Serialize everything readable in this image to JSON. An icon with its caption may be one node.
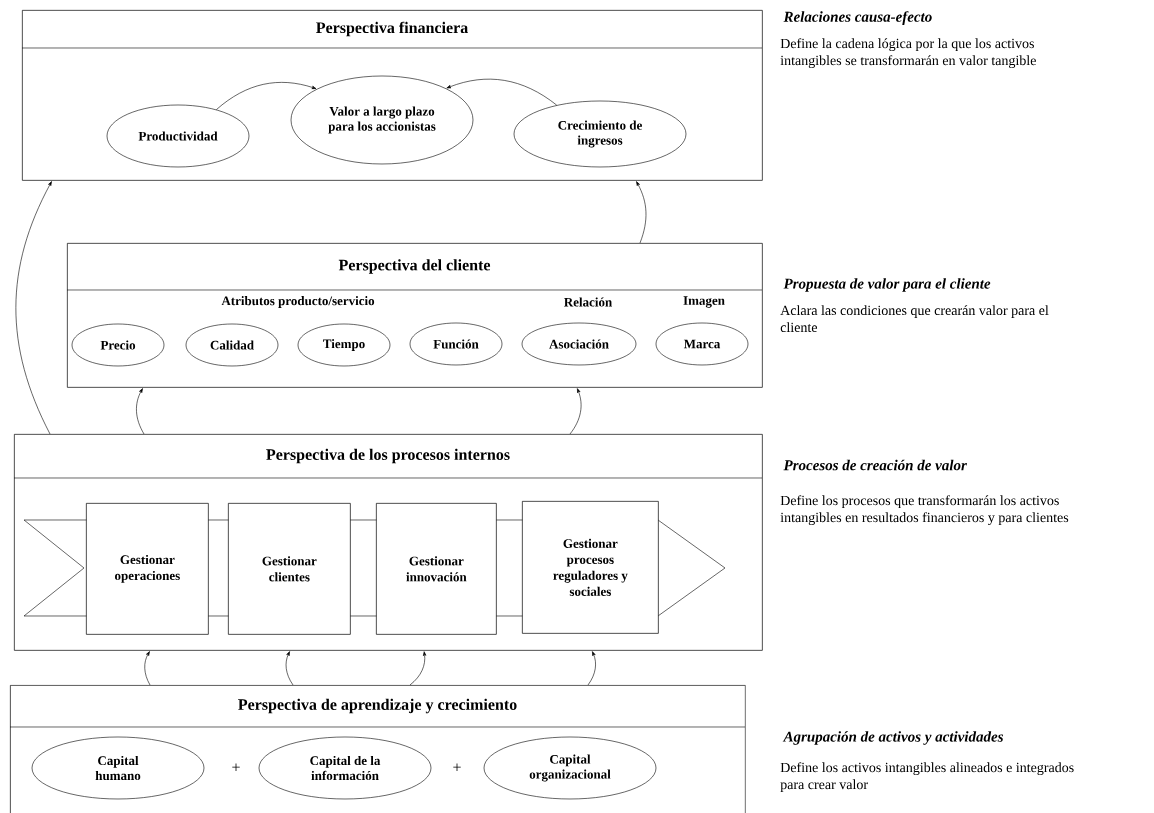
{
  "diagram": {
    "nodes": [
      {
        "text": [
          "Perspectiva financiera"
        ]
      },
      {
        "text": [
          "Productividad"
        ],
        "in": 0
      },
      {
        "text": [
          "Valor a largo plazo para los accionistas"
        ],
        "in": 0
      },
      {
        "text": [
          "Crecimiento de ingresos"
        ],
        "in": 0
      },
      {
        "text": [
          "Perspectiva del cliente",
          "Atributos producto/servicio",
          "Relación",
          "Imagen"
        ]
      },
      {
        "text": [
          "Precio"
        ],
        "in": 4
      },
      {
        "text": [
          "Calidad"
        ],
        "in": 4
      },
      {
        "text": [
          "Tiempo"
        ],
        "in": 4
      },
      {
        "text": [
          "Función"
        ],
        "in": 4
      },
      {
        "text": [
          "Asociación"
        ],
        "in": 4
      },
      {
        "text": [
          "Marca"
        ],
        "in": 4
      },
      {
        "text": [
          "Perspectiva de los procesos internos"
        ]
      },
      {
        "text": [],
        "shape": "arrow",
        "in": 11
      },
      {
        "text": [
          "Gestionar operaciones"
        ],
        "in": 11
      },
      {
        "text": [
          "Gestionar clientes"
        ],
        "in": 11
      },
      {
        "text": [
          "Gestionar innovación"
        ],
        "in": 11
      },
      {
        "text": [
          "Gestionar procesos reguladores y sociales"
        ],
        "in": 11
      },
      {
        "text": [
          "Perspectiva de aprendizaje y crecimiento"
        ]
      },
      {
        "text": [
          "Capital humano"
        ],
        "in": 17
      },
      {
        "text": [
          "Capital de la información"
        ],
        "in": 17
      },
      {
        "text": [
          "Capital organizacional"
        ],
        "in": 17
      }
    ],
    "edges": [
      {
        "from": 1,
        "to": 2,
        "arrow": "to"
      },
      {
        "from": 3,
        "to": 2,
        "arrow": "to"
      },
      {
        "from": 11,
        "to": 0,
        "arrow": "to"
      },
      {
        "from": 4,
        "to": 0,
        "arrow": "to"
      },
      {
        "from": 11,
        "to": 4,
        "arrow": "to"
      },
      {
        "from": 11,
        "to": 4,
        "arrow": "to"
      },
      {
        "from": 17,
        "to": 11,
        "arrow": "to"
      },
      {
        "from": 17,
        "to": 11,
        "arrow": "to"
      },
      {
        "from": 17,
        "to": 11,
        "arrow": "to"
      },
      {
        "from": 17,
        "to": 11,
        "arrow": "to"
      }
    ],
    "labels": [
      "Relaciones causa-efecto",
      "Define la cadena lógica por la que los activos intangibles se transformarán en valor tangible",
      "Propuesta de valor para el cliente",
      "Aclara las condiciones que crearán valor para el cliente",
      "Procesos de creación de valor",
      "Define los procesos que transformarán los activos intangibles en resultados financieros y para clientes",
      "Agrupación de activos y actividades",
      "Define los activos intangibles alineados e integrados para crear valor",
      "+",
      "+"
    ]
  }
}
